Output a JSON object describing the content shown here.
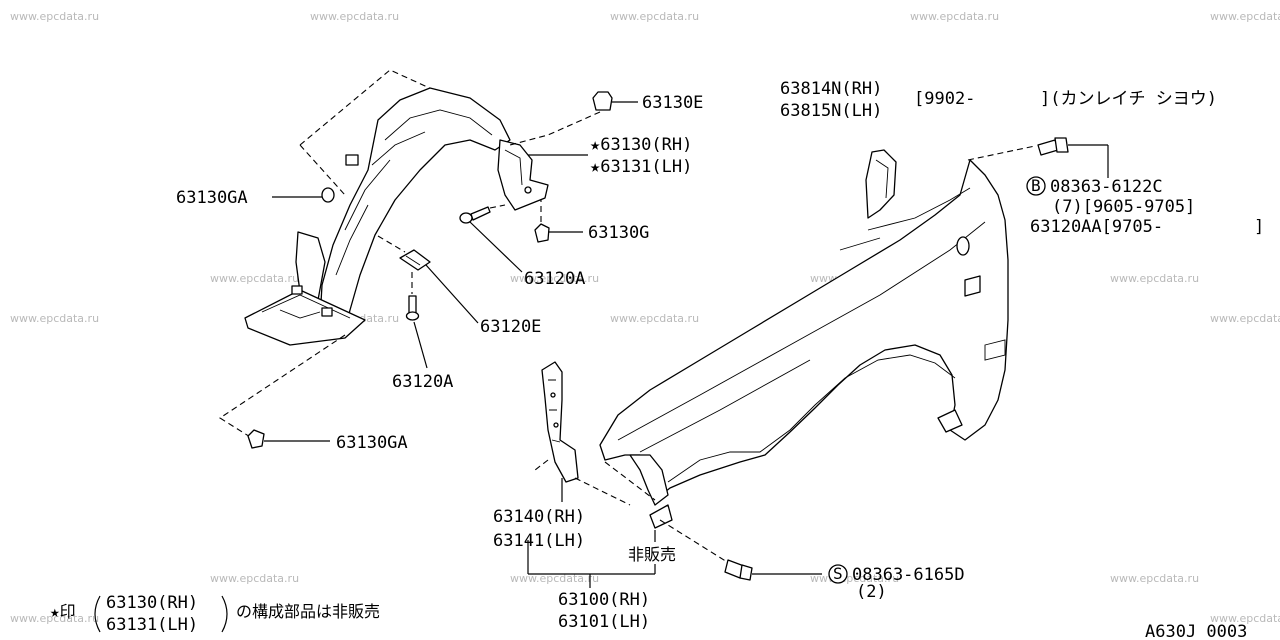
{
  "watermark": "www.epcdata.ru",
  "labels": {
    "p63130e": "63130E",
    "p63130rh": "★63130(RH)",
    "p63131lh": "★63131(LH)",
    "p63130ga_top": "63130GA",
    "p63130g": "63130G",
    "p63120a_mid": "63120A",
    "p63120e": "63120E",
    "p63120a_low": "63120A",
    "p63130ga_low": "63130GA",
    "p63814n": "63814N(RH)",
    "p63815n": "63815N(LH)",
    "date_9902": "[9902-",
    "kanreichi": "](カンレイチ シヨウ)",
    "bolt_b_code": "08363-6122C",
    "bolt_b_qty": "(7)[9605-9705]",
    "p63120aa": "63120AA[9705-",
    "p63120aa_end": "]",
    "p63140": "63140(RH)",
    "p63141": "63141(LH)",
    "not_sold": "非販売",
    "bolt_s_code": "08363-6165D",
    "bolt_s_qty": "(2)",
    "p63100": "63100(RH)",
    "p63101": "63101(LH)",
    "note_star": "★印",
    "note_p1": "63130(RH)",
    "note_p2": "63131(LH)",
    "note_text": "の構成部品は非販売",
    "diagram_code": "A630J 0003"
  },
  "symbols": {
    "bolt_b": "B",
    "bolt_s": "S"
  }
}
